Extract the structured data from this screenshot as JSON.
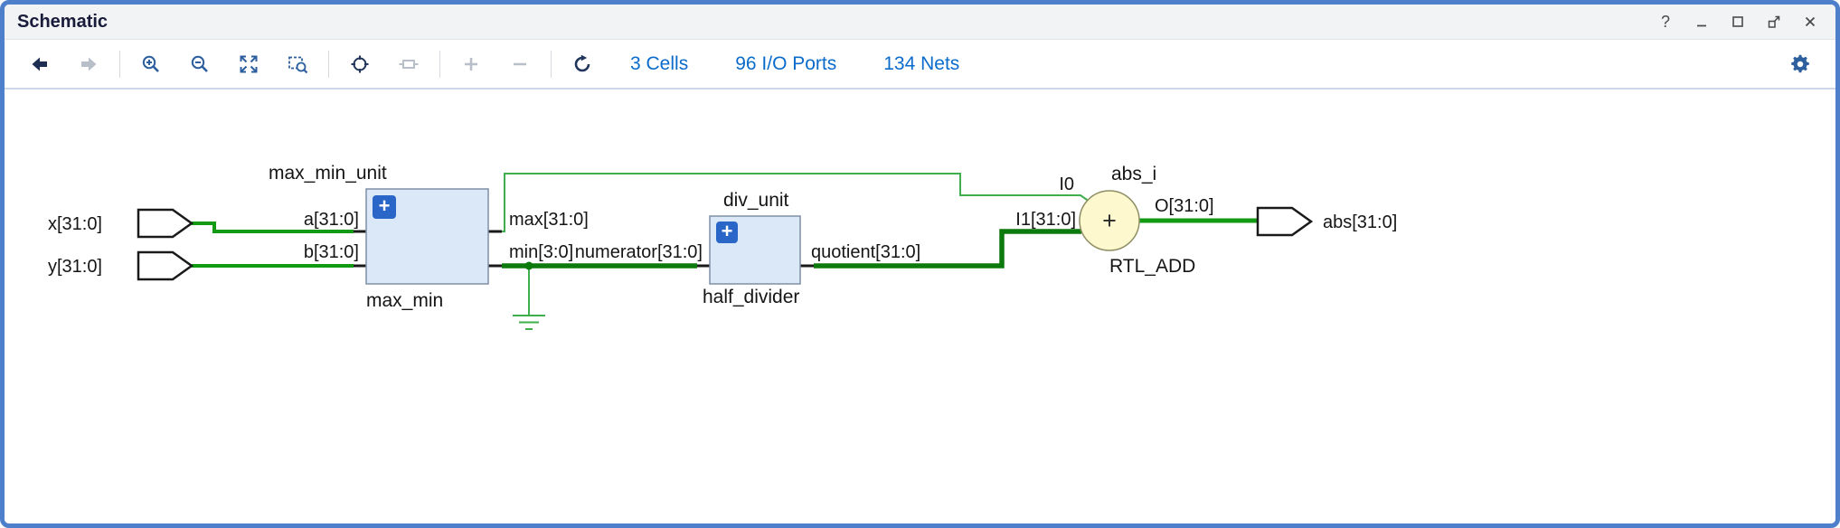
{
  "window": {
    "title": "Schematic",
    "controls": {
      "help": "?"
    }
  },
  "toolbar": {
    "icons": [
      {
        "name": "back",
        "enabled": true
      },
      {
        "name": "forward",
        "enabled": false
      },
      {
        "name": "zoom-in",
        "enabled": true
      },
      {
        "name": "zoom-out",
        "enabled": true
      },
      {
        "name": "zoom-fit",
        "enabled": true
      },
      {
        "name": "zoom-to-selection",
        "enabled": true
      },
      {
        "name": "crosshair",
        "enabled": true
      },
      {
        "name": "fit-selection",
        "enabled": false
      },
      {
        "name": "expand",
        "enabled": false
      },
      {
        "name": "collapse",
        "enabled": false
      },
      {
        "name": "regenerate",
        "enabled": true
      },
      {
        "name": "settings",
        "enabled": true
      }
    ],
    "stats": [
      {
        "label": "3 Cells"
      },
      {
        "label": "96 I/O Ports"
      },
      {
        "label": "134 Nets"
      }
    ]
  },
  "schematic": {
    "ports": {
      "inputs": [
        {
          "name": "x[31:0]"
        },
        {
          "name": "y[31:0]"
        }
      ],
      "outputs": [
        {
          "name": "abs[31:0]"
        }
      ]
    },
    "cells": [
      {
        "label_top": "max_min_unit",
        "label_bottom": "max_min",
        "expand_glyph": "+",
        "pins_in": [
          "a[31:0]",
          "b[31:0]"
        ],
        "pins_out": [
          "max[31:0]",
          "min[3:0]"
        ]
      },
      {
        "label_top": "div_unit",
        "label_bottom": "half_divider",
        "expand_glyph": "+",
        "pins_in": [
          "numerator[31:0]"
        ],
        "pins_out": [
          "quotient[31:0]"
        ]
      },
      {
        "label_top": "abs_i",
        "label_bottom": "RTL_ADD",
        "operator": "+",
        "pins_in": [
          "I0",
          "I1[31:0]"
        ],
        "pins_out": [
          "O[31:0]"
        ]
      }
    ],
    "colors": {
      "frame_blue": "#4d7fcb",
      "link_blue": "#0b6bcb",
      "net_green": "#129a12",
      "bus_green": "#0d7a0d",
      "branch_green": "#3fae4c",
      "cell_fill": "#dbe8f8",
      "expand_button_blue": "#2a66c8",
      "operator_cell_fill": "#fdf8cd"
    }
  }
}
